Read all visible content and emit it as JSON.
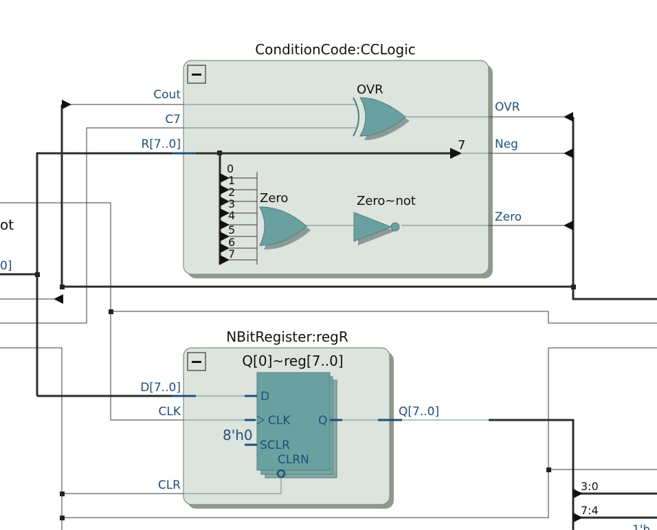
{
  "cc_block": {
    "title": "ConditionCode:CCLogic",
    "inputs": [
      "Cout",
      "C7",
      "R[7..0]"
    ],
    "outputs": [
      "OVR",
      "Neg",
      "Zero"
    ],
    "xor_gate": "OVR",
    "or_gate": "Zero",
    "not_gate": "Zero~not",
    "bit_label": "7",
    "bits": [
      "0",
      "1",
      "2",
      "3",
      "4",
      "5",
      "6",
      "7"
    ]
  },
  "reg_block": {
    "title": "NBitRegister:regR",
    "reg_name": "Q[0]~reg[7..0]",
    "inputs": [
      "D[7..0]",
      "CLK",
      "CLR"
    ],
    "output": "Q[7..0]",
    "pins": {
      "d": "D",
      "clk": "CLK",
      "sclr": "SCLR",
      "clrn": "CLRN",
      "q": "Q"
    },
    "const": "8'h0"
  },
  "edge_labels": {
    "left_top": "ot",
    "left_mid": "0]"
  },
  "right_labels": [
    "3:0",
    "7:4",
    "1'h"
  ],
  "colors": {
    "block_fill": "#dde3dd",
    "gate_fill": "#6aa0a0",
    "port_text": "#1f4e79"
  }
}
